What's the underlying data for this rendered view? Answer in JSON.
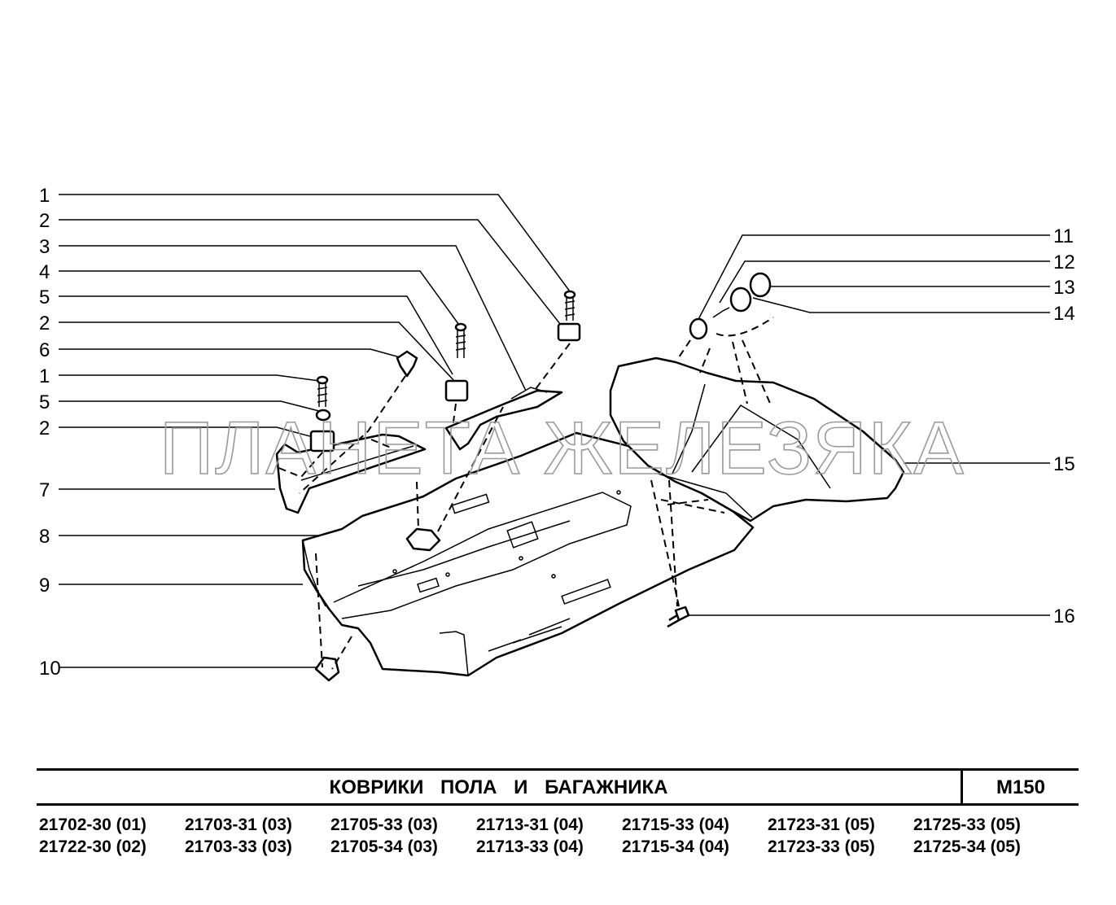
{
  "watermark": "ПЛАНЕТА ЖЕЛЕЗЯКА",
  "callouts_left": [
    "1",
    "2",
    "3",
    "4",
    "5",
    "2",
    "6",
    "1",
    "5",
    "2",
    "7",
    "8",
    "9",
    "10"
  ],
  "callouts_right": [
    "11",
    "12",
    "13",
    "14",
    "15",
    "16"
  ],
  "title_block": {
    "title": "КОВРИКИ ПОЛА И БАГАЖНИКА",
    "code": "М150"
  },
  "models": [
    [
      "21702-30 (01)",
      "21703-31 (03)",
      "21705-33 (03)",
      "21713-31 (04)",
      "21715-33 (04)",
      "21723-31 (05)",
      "21725-33 (05)"
    ],
    [
      "21722-30 (02)",
      "21703-33 (03)",
      "21705-34 (03)",
      "21713-33 (04)",
      "21715-34 (04)",
      "21723-33 (05)",
      "21725-34 (05)"
    ]
  ]
}
